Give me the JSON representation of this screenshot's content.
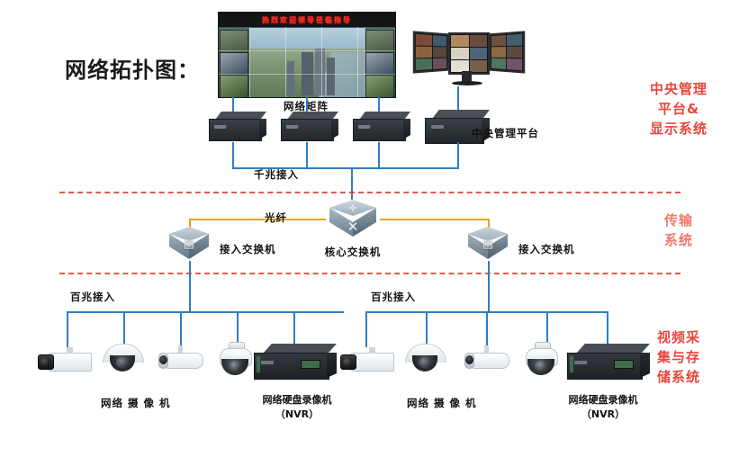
{
  "page": {
    "title": "网络拓扑图："
  },
  "zones": [
    {
      "id": "zone-central",
      "label": "中央管理\n平台&\n显示系统",
      "lines": [
        "中央管理",
        "平台&",
        "显示系统"
      ],
      "color": "#e8463c"
    },
    {
      "id": "zone-transmission",
      "label": "传输\n系统",
      "lines": [
        "传输",
        "系统"
      ],
      "color": "#f07a6e"
    },
    {
      "id": "zone-video",
      "label": "视频采\n集与存\n储系统",
      "lines": [
        "视频采",
        "集与存",
        "储系统"
      ],
      "color": "#e8463c"
    }
  ],
  "videowall": {
    "banner": "热烈欢迎领导莅临指导",
    "name": "video-wall"
  },
  "labels": {
    "network_matrix": "网络矩阵",
    "central_platform": "中央管理平台",
    "gigabit_access": "千兆接入",
    "fiber": "光纤",
    "core_switch": "核心交换机",
    "access_switch_left": "接入交换机",
    "access_switch_right": "接入交换机",
    "fast_access_left": "百兆接入",
    "fast_access_right": "百兆接入"
  },
  "devices": {
    "ip_camera": "网络 摄 像 机",
    "nvr_line1": "网络硬盘录像机",
    "nvr_line2": "（NVR）"
  },
  "colors": {
    "link_blue": "#2e7dc4",
    "link_yellow": "#e8a31a",
    "separator_red": "#e03b30",
    "zone_red": "#e8463c",
    "title_black": "#1a1a1a"
  }
}
